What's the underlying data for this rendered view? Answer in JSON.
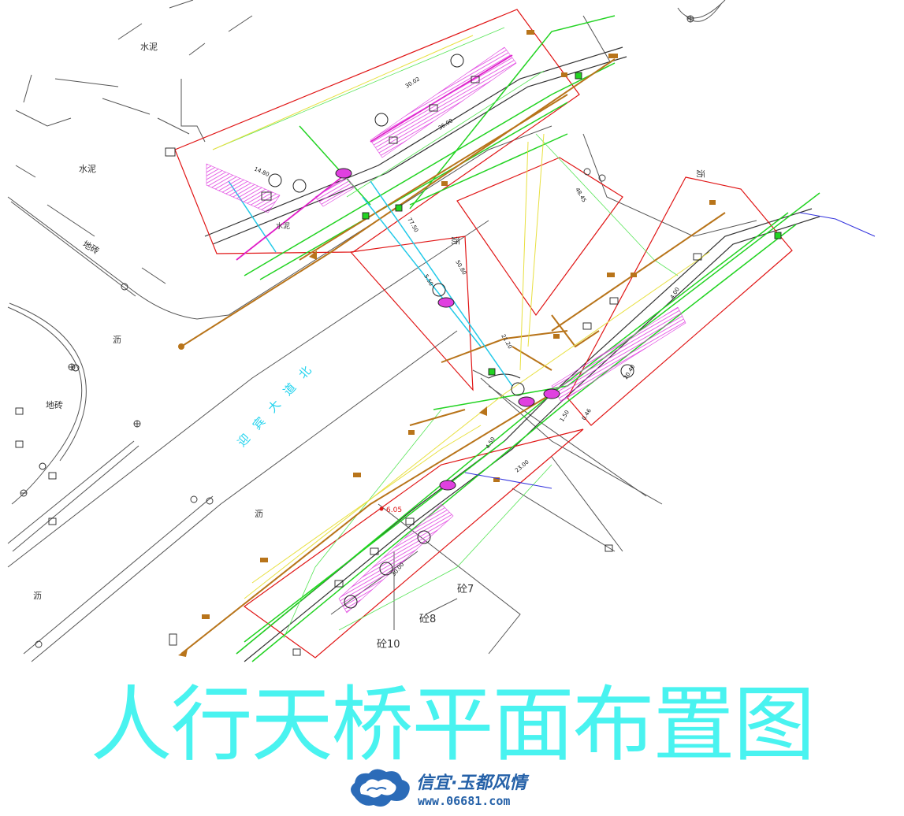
{
  "title": "人行天桥平面布置图",
  "labels": {
    "shuini_top": "水泥",
    "shuini_left": "水泥",
    "shuini_small": "水泥",
    "dizhuan_left": "地砖",
    "dizhuan_lower": "地砖",
    "li_1": "沥",
    "li_2": "沥",
    "li_3": "沥",
    "li_4": "沥",
    "li_5": "沥",
    "road": "迎宾大道北",
    "building_7": "砼7",
    "building_8": "砼8",
    "building_10": "砼10",
    "point_elev": "6.05"
  },
  "dimensions": [
    "14.80",
    "30.02",
    "36.00",
    "77.50",
    "5.50",
    "50.80",
    "21.20",
    "4.00",
    "20.40",
    "4.50",
    "23.00",
    "30.00",
    "0.46",
    "1.50",
    "48.45"
  ],
  "watermark": {
    "name": "信宜·玉都风情",
    "url": "www.06681.com"
  },
  "colors": {
    "red_boundary": "#e01515",
    "green_pipe": "#22d322",
    "orange_pipe": "#b8741a",
    "cyan_line": "#22c9e8",
    "yellow_line": "#e8e040",
    "magenta_stairs": "#e040e0",
    "title_cyan": "#49f3f0",
    "watermark_blue": "#2561a8"
  }
}
